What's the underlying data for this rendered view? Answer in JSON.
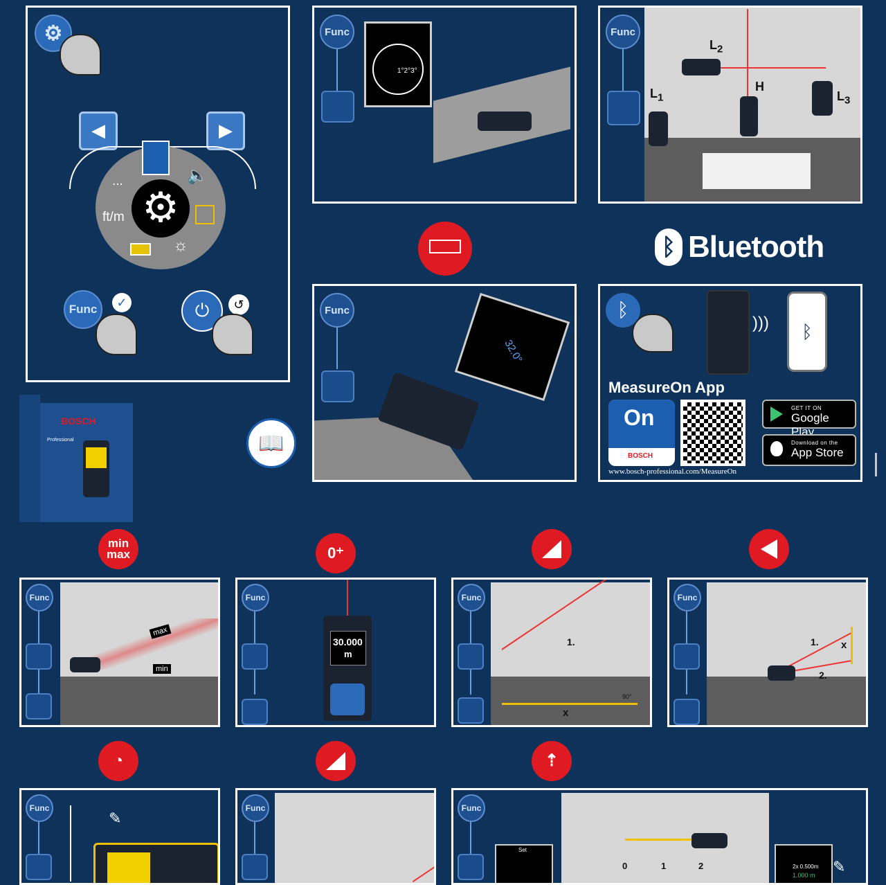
{
  "labels": {
    "func": "Func",
    "bluetooth": "Bluetooth",
    "app_name": "MeasureOn App",
    "app_icon_text": "On",
    "app_icon_brand": "BOSCH",
    "url": "www.bosch-professional.com/MeasureOn",
    "google_small": "GET IT ON",
    "google_big": "Google Play",
    "apple_small": "Download on the",
    "apple_big": "App Store",
    "units": "ft/m",
    "ellipsis": "...",
    "min": "min",
    "max": "max",
    "min_max": "min max",
    "display_value": "30.000",
    "display_unit": "m",
    "angle": "32.0°",
    "angle_small": "1°2°3°",
    "L1": "L",
    "L1_sub": "1",
    "L2": "L",
    "L2_sub": "2",
    "L3": "L",
    "L3_sub": "3",
    "H": "H",
    "x": "x",
    "one": "1.",
    "two": "2.",
    "ninety": "90°",
    "scale0": "0",
    "scale1": "1",
    "scale2": "2",
    "brand": "BOSCH",
    "pro": "Professional",
    "value2": "2x 0.500m",
    "value3": "1.000 m",
    "set": "Set"
  }
}
